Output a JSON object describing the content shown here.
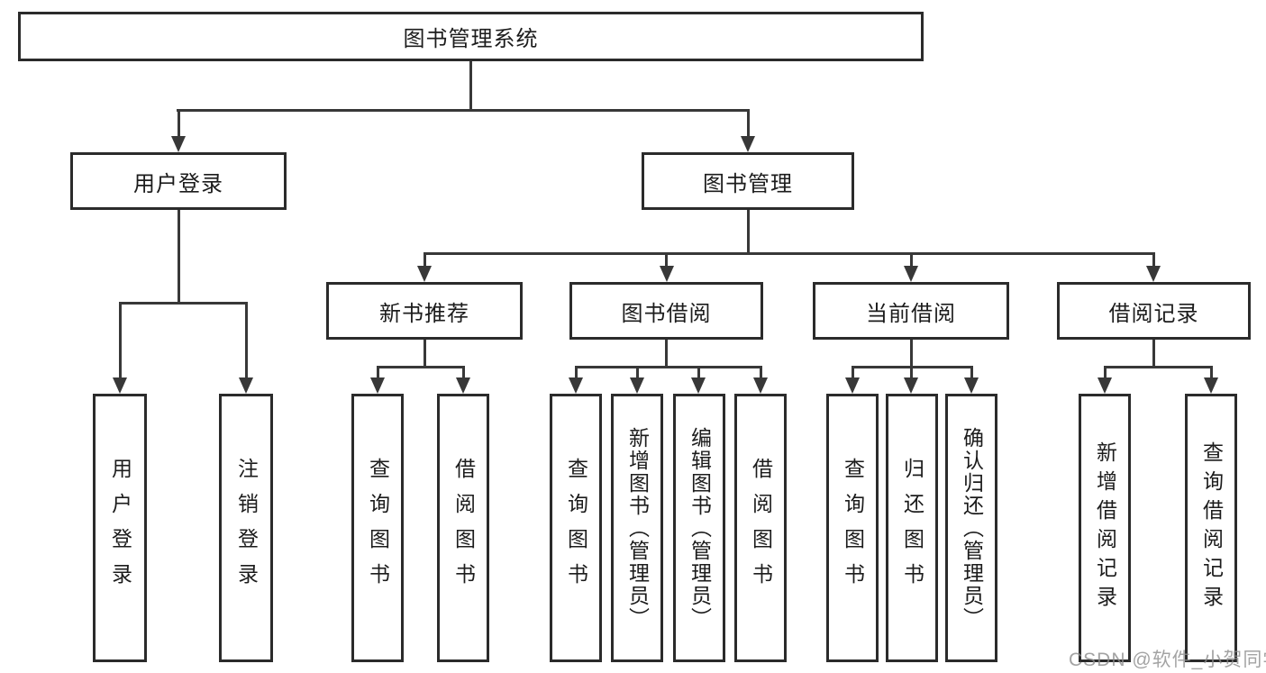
{
  "diagram": {
    "type": "hierarchy-tree",
    "root": {
      "label": "图书管理系统"
    },
    "level2": {
      "user_login": {
        "label": "用户登录"
      },
      "book_mgmt": {
        "label": "图书管理"
      }
    },
    "level3": {
      "new_book_rec": {
        "label": "新书推荐"
      },
      "book_borrow": {
        "label": "图书借阅"
      },
      "current_borrow": {
        "label": "当前借阅"
      },
      "borrow_record": {
        "label": "借阅记录"
      }
    },
    "leaves": {
      "user_login": {
        "label": "用户登录",
        "parent": "用户登录"
      },
      "logout": {
        "label": "注销登录",
        "parent": "用户登录"
      },
      "query_book_1": {
        "label": "查询图书",
        "parent": "新书推荐"
      },
      "borrow_book_1": {
        "label": "借阅图书",
        "parent": "新书推荐"
      },
      "query_book_2": {
        "label": "查询图书",
        "parent": "图书借阅"
      },
      "add_book": {
        "label": "新增图书（管理员）",
        "parent": "图书借阅"
      },
      "edit_book": {
        "label": "编辑图书（管理员）",
        "parent": "图书借阅"
      },
      "borrow_book_2": {
        "label": "借阅图书",
        "parent": "图书借阅"
      },
      "query_book_3": {
        "label": "查询图书",
        "parent": "当前借阅"
      },
      "return_book": {
        "label": "归还图书",
        "parent": "当前借阅"
      },
      "confirm_return": {
        "label": "确认归还（管理员）",
        "parent": "当前借阅"
      },
      "add_borrow_record": {
        "label": "新增借阅记录",
        "parent": "借阅记录"
      },
      "query_borrow_record": {
        "label": "查询借阅记录",
        "parent": "借阅记录"
      }
    },
    "colors": {
      "line": "#383838",
      "border": "#2b2b2b",
      "text": "#1c1c1c",
      "background": "#ffffff"
    }
  },
  "watermark": {
    "text": "CSDN @软件_小贺同学"
  }
}
